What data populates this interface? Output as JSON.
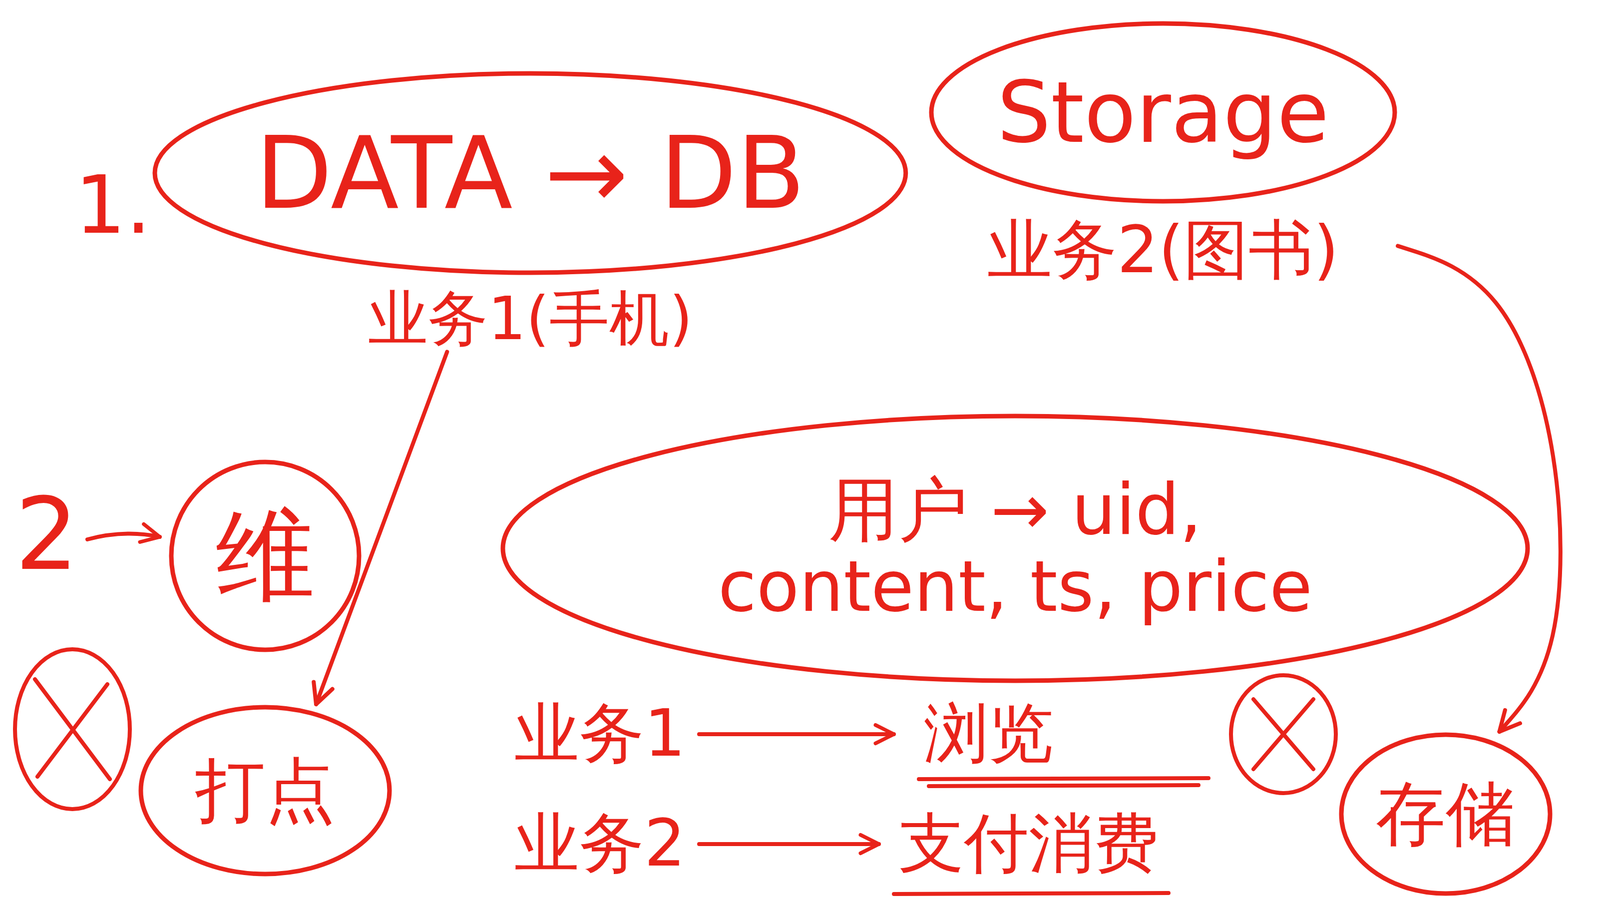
{
  "diagram": {
    "nodes": [
      {
        "text": [
          "DATA → DB",
          "业务1(手机)"
        ]
      },
      {
        "text": [
          "Storage",
          "业务2(图书)"
        ]
      },
      {
        "text": [
          "维"
        ]
      },
      {
        "text": [
          "用户 → uid, content, ts, price"
        ]
      },
      {
        "text": [
          "打点"
        ]
      },
      {
        "text": [
          "存储"
        ]
      }
    ],
    "edges": [
      {
        "from": 0,
        "to": 4,
        "arrow": "to"
      },
      {
        "from": 1,
        "to": 5,
        "arrow": "to"
      }
    ],
    "labels": [
      "1.",
      "2",
      "业务1",
      "浏览",
      "业务2",
      "支付消费"
    ]
  }
}
